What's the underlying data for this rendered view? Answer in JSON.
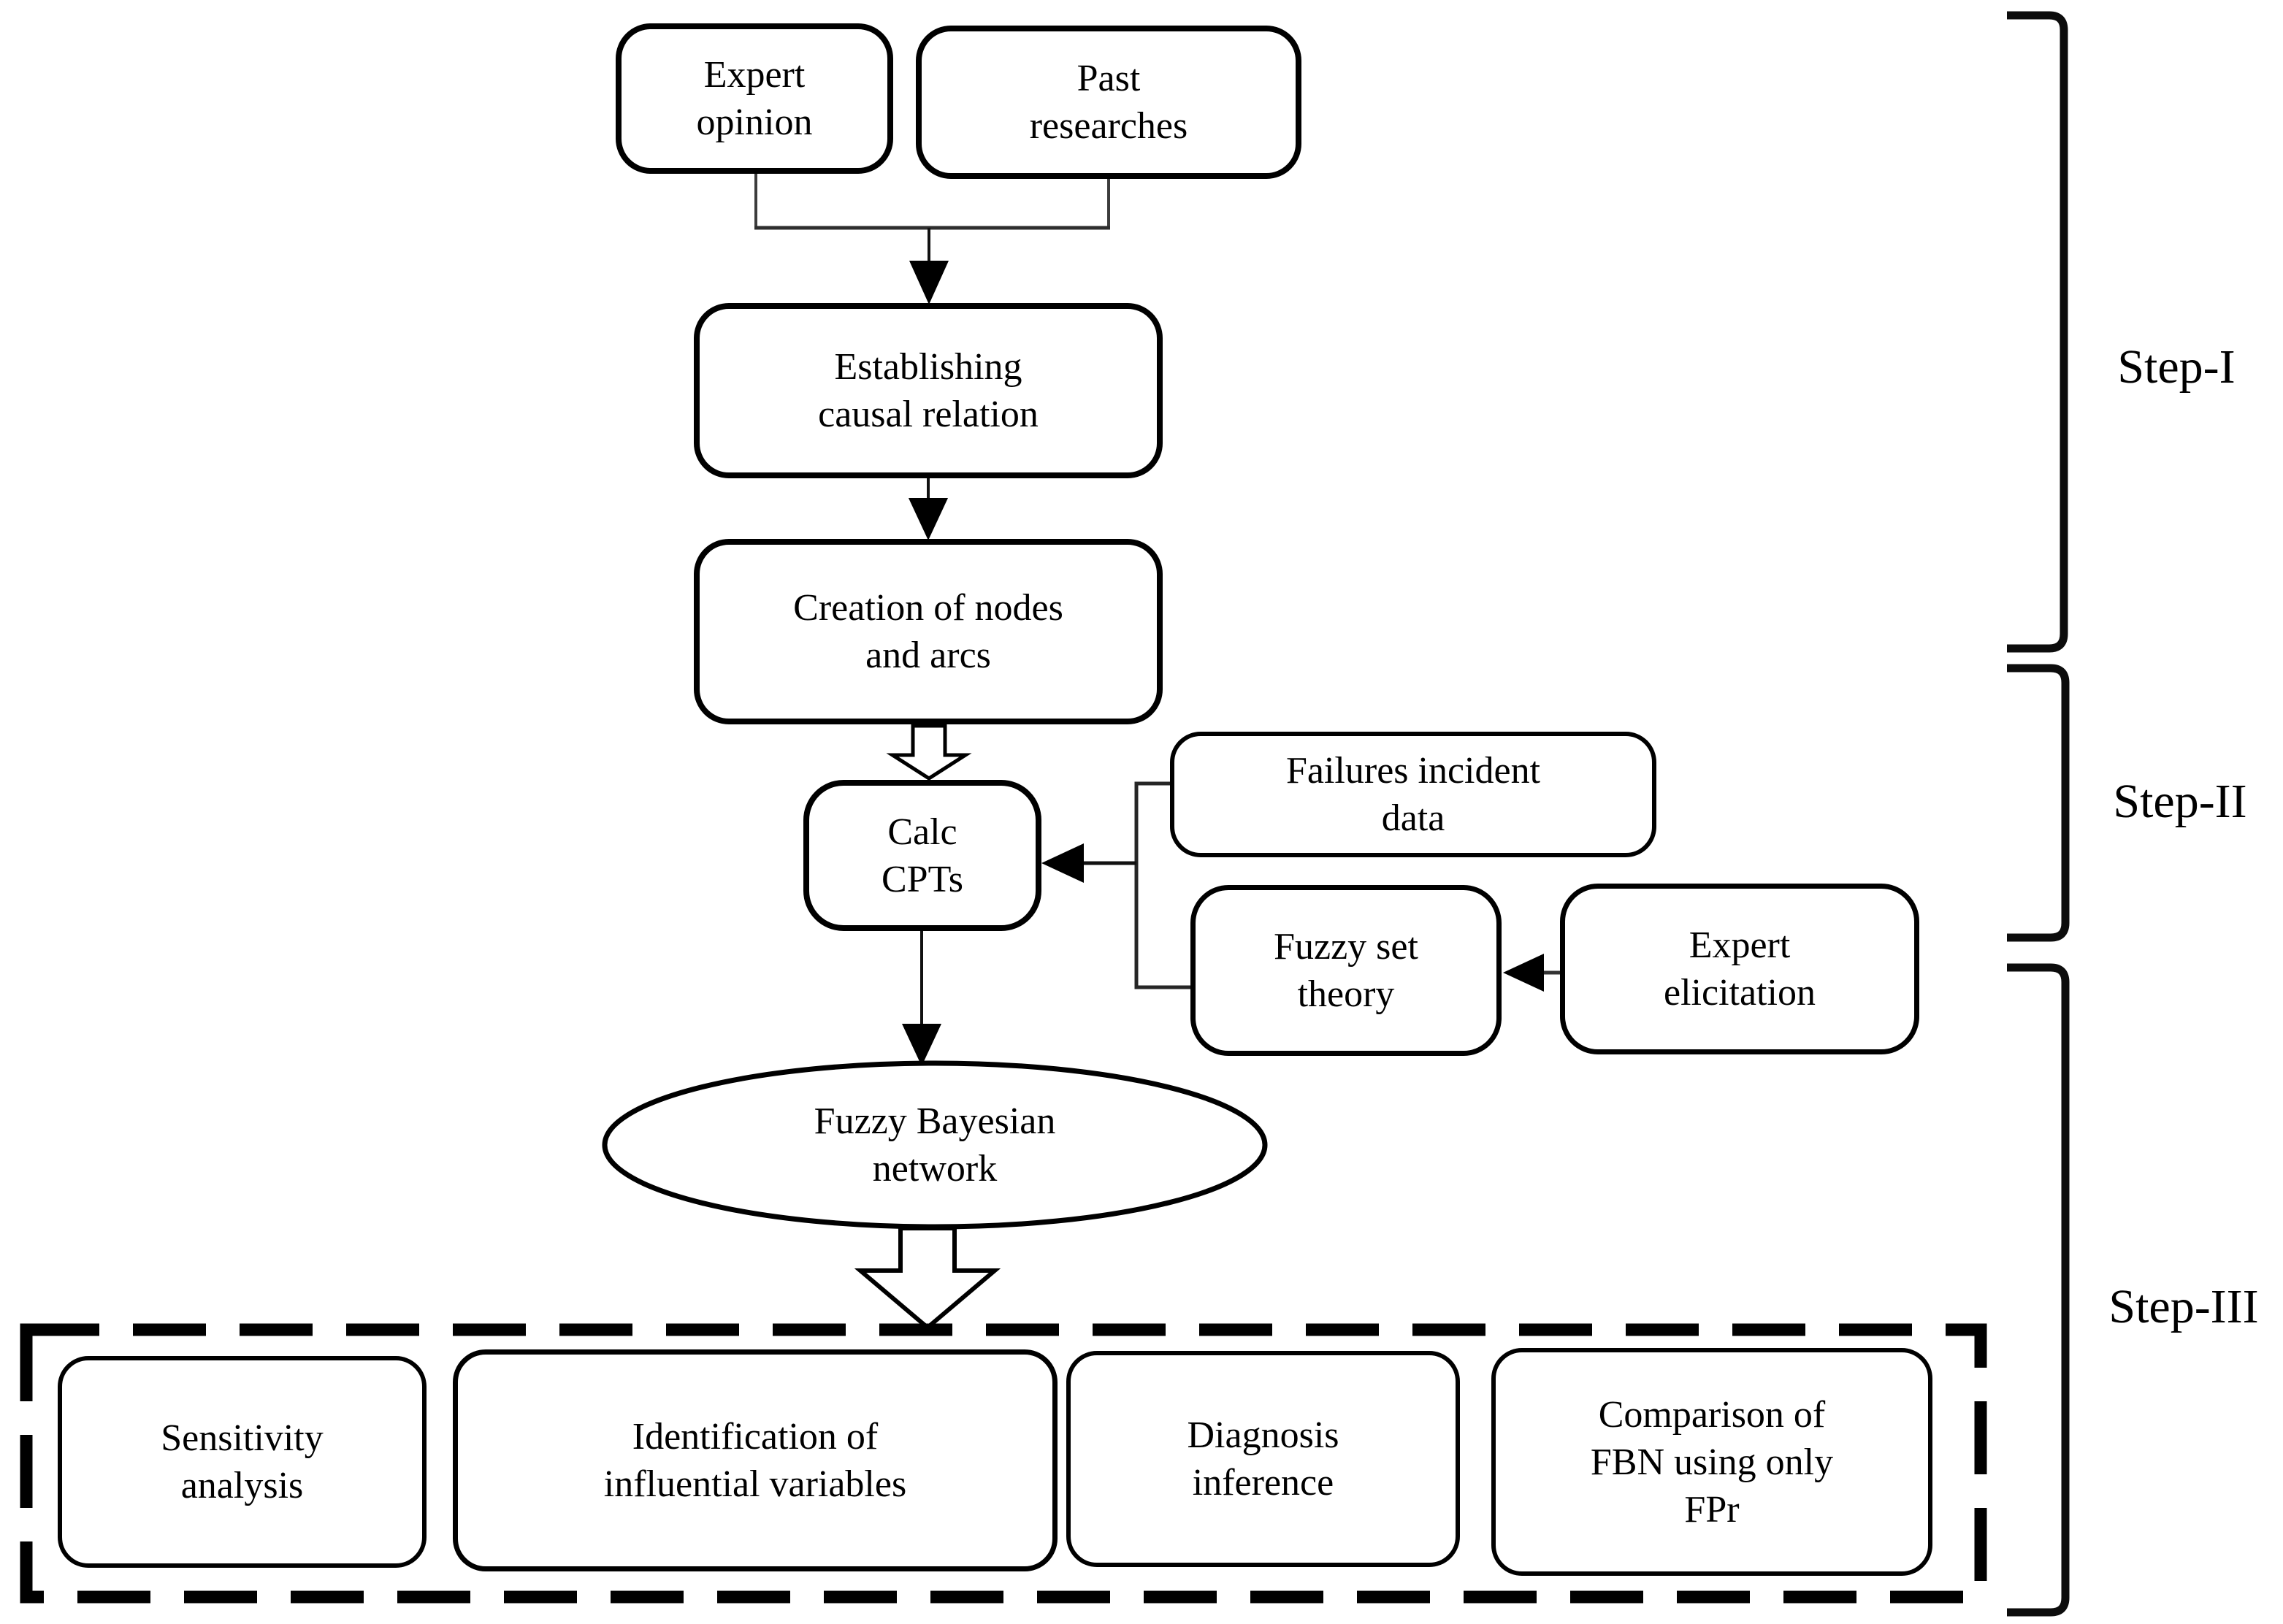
{
  "diagram": {
    "type": "flowchart",
    "background_color": "#ffffff",
    "ink_color": "#000000",
    "nodes": {
      "expert_opinion": "Expert\nopinion",
      "past_researches": "Past\nresearches",
      "establishing_causal_relation": "Establishing\ncausal relation",
      "creation_of_nodes_and_arcs": "Creation of nodes\nand arcs",
      "calc_cpts": "Calc\nCPTs",
      "failures_incident_data": "Failures incident\ndata",
      "fuzzy_set_theory": "Fuzzy set\ntheory",
      "expert_elicitation": "Expert\nelicitation",
      "fuzzy_bayesian_network": "Fuzzy Bayesian\nnetwork",
      "sensitivity_analysis": "Sensitivity\nanalysis",
      "identification_of_influential_variables": "Identification of\ninfluential variables",
      "diagnosis_inference": "Diagnosis\ninference",
      "comparison_fbn_fpr": "Comparison of\nFBN using only\nFPr"
    },
    "step_labels": [
      "Step-I",
      "Step-II",
      "Step-III"
    ]
  }
}
